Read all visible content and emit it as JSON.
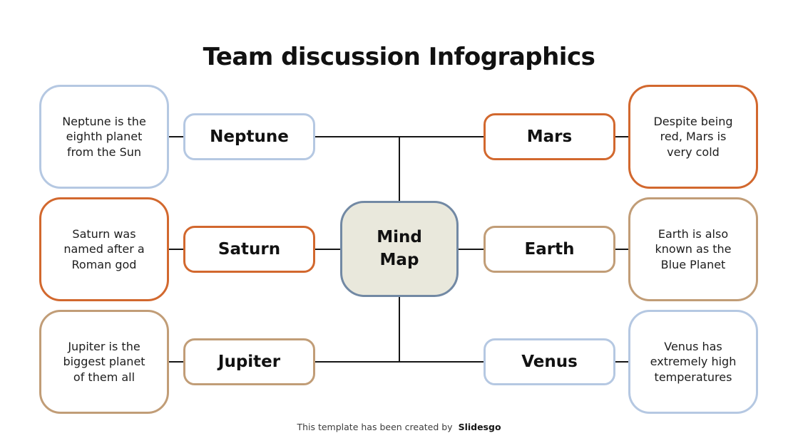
{
  "title": "Team discussion Infographics",
  "center": {
    "label": "Mind\nMap"
  },
  "nodes": [
    {
      "name": "Neptune",
      "description": "Neptune is the\neighth planet\nfrom the Sun",
      "color": "blue",
      "position": "top-left"
    },
    {
      "name": "Mars",
      "description": "Despite being\nred, Mars is\nvery cold",
      "color": "orange",
      "position": "top-right"
    },
    {
      "name": "Saturn",
      "description": "Saturn was\nnamed after a\nRoman god",
      "color": "orange",
      "position": "middle-left"
    },
    {
      "name": "Earth",
      "description": "Earth is also\nknown as the\nBlue Planet",
      "color": "tan",
      "position": "middle-right"
    },
    {
      "name": "Jupiter",
      "description": "Jupiter is the\nbiggest planet\nof them all",
      "color": "tan",
      "position": "bottom-left"
    },
    {
      "name": "Venus",
      "description": "Venus has\nextremely high\ntemperatures",
      "color": "blue",
      "position": "bottom-right"
    }
  ],
  "footer": {
    "text": "This template has been created by",
    "brand": "Slidesgo"
  },
  "colors": {
    "blue": "#b5c8e2",
    "orange": "#d2682e",
    "tan": "#c19d77",
    "center_border": "#7289a4",
    "center_fill": "#e9e8dc",
    "line": "#151515",
    "background": "#ffffff",
    "text": "#111111"
  }
}
